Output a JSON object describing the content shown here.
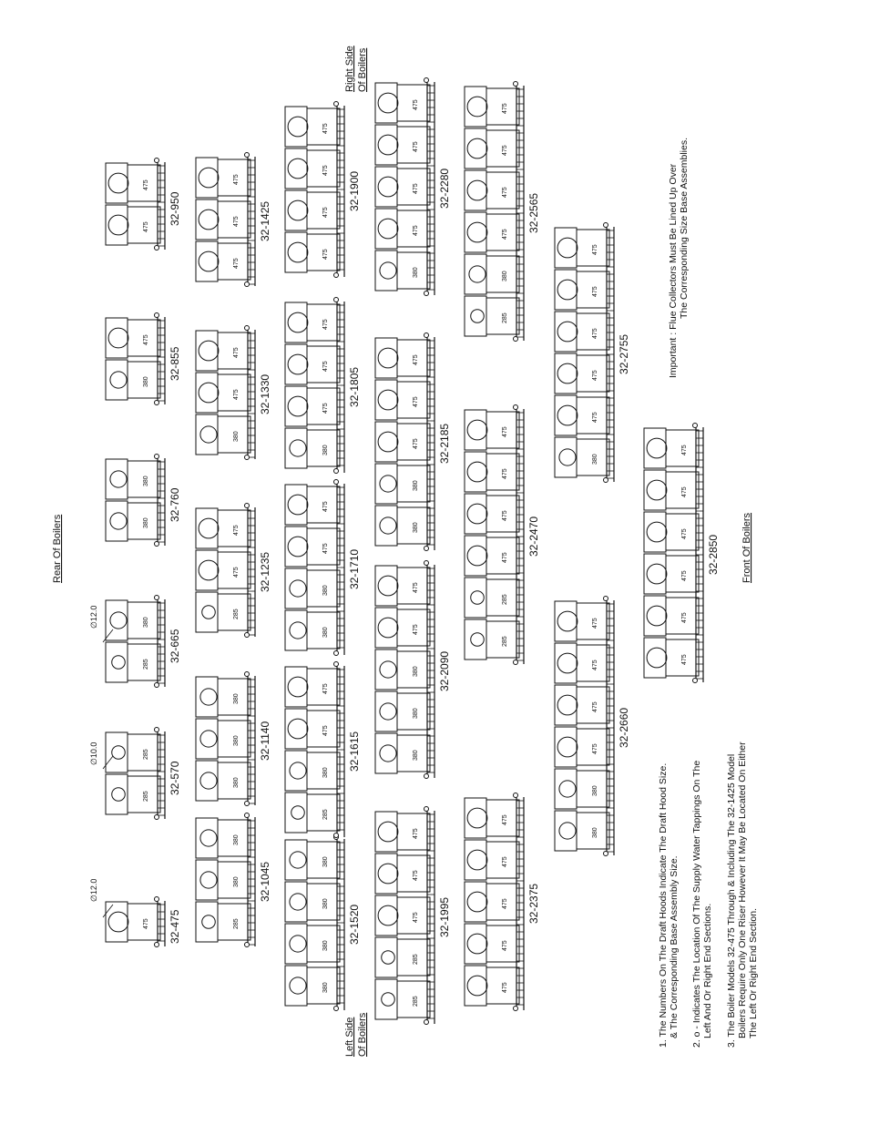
{
  "labels": {
    "rear": "Rear Of Boilers",
    "front": "Front Of Boilers",
    "left_side": [
      "Left Side",
      "Of Boilers"
    ],
    "right_side": [
      "Right Side",
      "Of Boilers"
    ]
  },
  "dimensions": {
    "phi_12": "∅12.0",
    "phi_10": "∅10.0"
  },
  "notes": {
    "note1": [
      "1.  The Numbers On The Draft Hoods Indicate The Draft Hood Size.",
      "& The Corresponding Base Assembly Size."
    ],
    "note2": [
      "2. o - Indicates The Location Of The Supply Water Tappings On The",
      "Left  And Or Right End Sections."
    ],
    "note3": [
      "3. The Boiler Models 32-475 Through & Including The 32-1425 Model",
      "Boilers Require Only One Riser However It May Be Located On Either",
      "The Left Or Right End Section."
    ],
    "important": [
      "Important :  Flue Collectors Must Be Lined Up Over",
      "The Corresponding Size Base Assemblies."
    ]
  },
  "columns": [
    [
      {
        "model": "32-475",
        "hoods": [
          "475"
        ]
      },
      {
        "model": "32-570",
        "hoods": [
          "285",
          "285"
        ]
      },
      {
        "model": "32-665",
        "hoods": [
          "285",
          "380"
        ]
      },
      {
        "model": "32-760",
        "hoods": [
          "380",
          "380"
        ]
      },
      {
        "model": "32-855",
        "hoods": [
          "380",
          "475"
        ]
      },
      {
        "model": "32-950",
        "hoods": [
          "475",
          "475"
        ]
      }
    ],
    [
      {
        "model": "32-1045",
        "hoods": [
          "285",
          "380",
          "380"
        ]
      },
      {
        "model": "32-1140",
        "hoods": [
          "380",
          "380",
          "380"
        ]
      },
      {
        "model": "32-1235",
        "hoods": [
          "285",
          "475",
          "475"
        ]
      },
      {
        "model": "32-1330",
        "hoods": [
          "380",
          "475",
          "475"
        ]
      },
      {
        "model": "32-1425",
        "hoods": [
          "475",
          "475",
          "475"
        ]
      }
    ],
    [
      {
        "model": "32-1520",
        "hoods": [
          "380",
          "380",
          "380",
          "380"
        ]
      },
      {
        "model": "32-1615",
        "hoods": [
          "285",
          "380",
          "475",
          "475"
        ]
      },
      {
        "model": "32-1710",
        "hoods": [
          "380",
          "380",
          "475",
          "475"
        ]
      },
      {
        "model": "32-1805",
        "hoods": [
          "380",
          "475",
          "475",
          "475"
        ]
      },
      {
        "model": "32-1900",
        "hoods": [
          "475",
          "475",
          "475",
          "475"
        ]
      }
    ],
    [
      {
        "model": "32-1995",
        "hoods": [
          "285",
          "285",
          "475",
          "475",
          "475"
        ]
      },
      {
        "model": "32-2090",
        "hoods": [
          "380",
          "380",
          "380",
          "475",
          "475"
        ]
      },
      {
        "model": "32-2185",
        "hoods": [
          "380",
          "380",
          "475",
          "475",
          "475"
        ]
      },
      {
        "model": "32-2280",
        "hoods": [
          "380",
          "475",
          "475",
          "475",
          "475"
        ]
      }
    ],
    [
      {
        "model": "32-2375",
        "hoods": [
          "475",
          "475",
          "475",
          "475",
          "475"
        ]
      },
      {
        "model": "32-2470",
        "hoods": [
          "285",
          "285",
          "475",
          "475",
          "475",
          "475"
        ]
      },
      {
        "model": "32-2565",
        "hoods": [
          "285",
          "380",
          "475",
          "475",
          "475",
          "475"
        ]
      }
    ],
    [
      {
        "model": "32-2660",
        "hoods": [
          "380",
          "380",
          "475",
          "475",
          "475",
          "475"
        ]
      },
      {
        "model": "32-2755",
        "hoods": [
          "380",
          "475",
          "475",
          "475",
          "475",
          "475"
        ]
      }
    ],
    [
      {
        "model": "32-2850",
        "hoods": [
          "475",
          "475",
          "475",
          "475",
          "475",
          "475"
        ]
      }
    ]
  ]
}
